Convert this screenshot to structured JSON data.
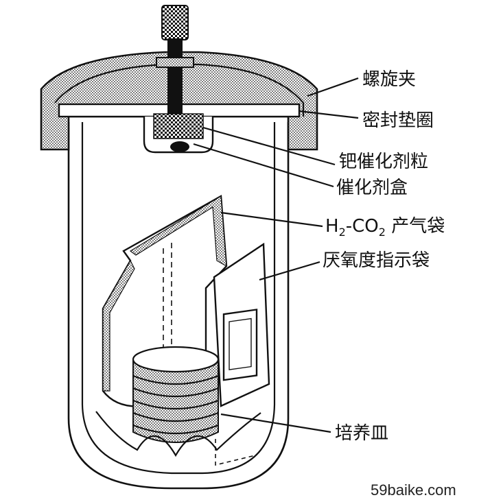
{
  "labels": {
    "clamp": "螺旋夹",
    "gasket": "密封垫圈",
    "pd_pellets": "钯催化剂粒",
    "catalyst_box": "催化剂盒",
    "gas_bag_prefix": "H",
    "gas_bag_sub1": "2",
    "gas_bag_mid": "-CO",
    "gas_bag_sub2": "2",
    "gas_bag_suffix": " 产气袋",
    "indicator_bag": "厌氧度指示袋",
    "petri": "培养皿"
  },
  "watermark": "59baike.com"
}
